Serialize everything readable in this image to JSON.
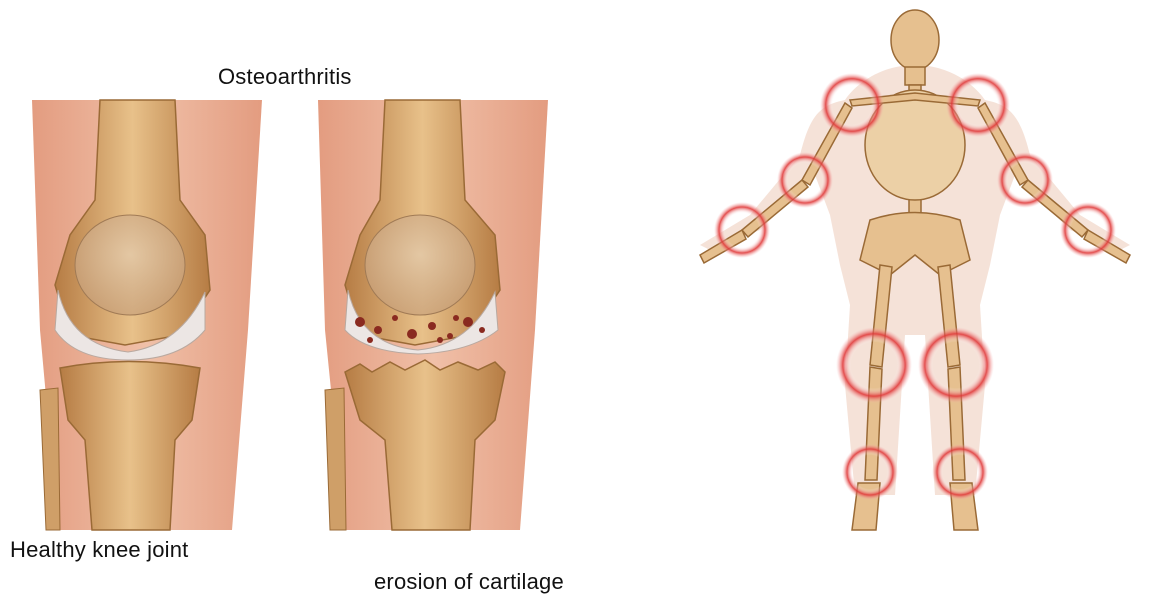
{
  "title": "Osteoarthritis",
  "labels": {
    "healthy": "Healthy knee joint",
    "erosion": "erosion of cartilage"
  },
  "colors": {
    "skin": "#e6a88a",
    "bone": "#d9a86a",
    "bone_dark": "#a8713c",
    "cartilage": "#ece6e4",
    "erosion": "#8a2a20",
    "joint_highlight": "#e03a3a"
  },
  "highlighted_joints": [
    "left-shoulder",
    "right-shoulder",
    "left-elbow",
    "right-elbow",
    "left-wrist",
    "right-wrist",
    "left-knee",
    "right-knee",
    "left-ankle",
    "right-ankle"
  ]
}
